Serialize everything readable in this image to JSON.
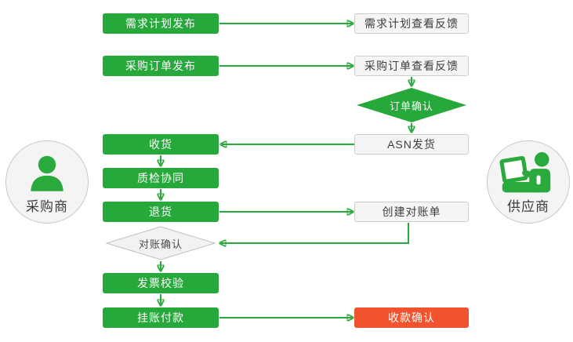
{
  "diagram": {
    "type": "procurement-supplier-collaboration-flowchart",
    "language": "zh-CN"
  },
  "actors": {
    "buyer": "采购商",
    "supplier": "供应商"
  },
  "icons": {
    "buyer": "person-icon",
    "supplier": "person-at-computer-icon"
  },
  "nodes": {
    "demand_plan_publish": "需求计划发布",
    "po_publish": "采购订单发布",
    "receive_goods": "收货",
    "quality_collaboration": "质检协同",
    "return_goods": "退货",
    "reconciliation_confirm": "对账确认",
    "invoice_verification": "发票校验",
    "book_payment": "挂账付款",
    "demand_plan_feedback": "需求计划查看反馈",
    "po_feedback": "采购订单查看反馈",
    "order_confirm": "订单确认",
    "asn_shipping": "ASN发货",
    "create_statement": "创建对账单",
    "receipt_confirm": "收款确认"
  },
  "colors": {
    "process_green": "#27a83a",
    "connector_green": "#2aa93c",
    "highlight_red": "#f1532e",
    "neutral_fill": "#f5f5f5",
    "neutral_border": "#cdcdcd",
    "text_dark": "#3d3d3d"
  }
}
